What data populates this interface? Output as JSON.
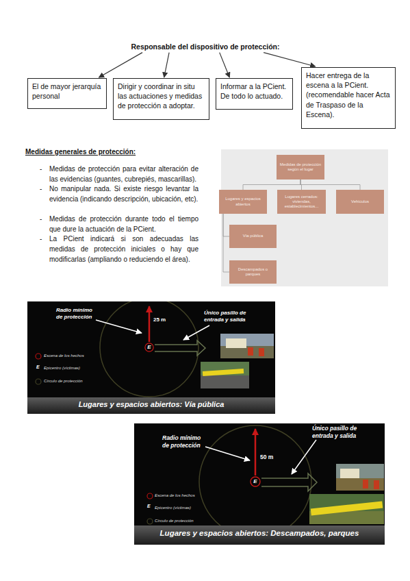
{
  "diagram": {
    "nodes": [
      {
        "text": [
          "Responsable del dispositivo de protección:"
        ]
      },
      {
        "text": [
          "El de mayor jerarquía personal"
        ]
      },
      {
        "text": [
          "Dirigir y coordinar in situ las actuaciones y medidas de protección a adoptar."
        ]
      },
      {
        "text": [
          "Informar a la PCient. De todo lo actuado."
        ]
      },
      {
        "text": [
          "Hacer entrega de la escena a la PCient. (recomendable hacer Acta de Traspaso de la Escena)."
        ]
      },
      {
        "text": [
          "Medidas de protección según el lugar"
        ]
      },
      {
        "text": [
          "Lugares y espacios abiertos"
        ]
      },
      {
        "text": [
          "Lugares cerrados: viviendas, establecimientos..."
        ]
      },
      {
        "text": [
          "Vehículos"
        ]
      },
      {
        "text": [
          "Vía pública"
        ]
      },
      {
        "text": [
          "Descampados o parques"
        ]
      },
      {
        "text": [
          "E"
        ]
      },
      {
        "text": [
          "E"
        ]
      }
    ],
    "edges": [
      {
        "from": 0,
        "to": 1,
        "arrow": "to"
      },
      {
        "from": 0,
        "to": 2,
        "arrow": "to"
      },
      {
        "from": 0,
        "to": 3,
        "arrow": "to"
      },
      {
        "from": 0,
        "to": 4,
        "arrow": "to"
      },
      {
        "from": 5,
        "to": 6,
        "arrow": "none"
      },
      {
        "from": 5,
        "to": 7,
        "arrow": "none"
      },
      {
        "from": 5,
        "to": 8,
        "arrow": "none"
      },
      {
        "from": 6,
        "to": 9,
        "arrow": "none"
      },
      {
        "from": 6,
        "to": 10,
        "arrow": "none"
      }
    ],
    "labels": [
      "Medidas generales de protección:",
      "-",
      "Medidas de protección para evitar alteración de las evidencias (guantes, cubrepiés, mascarillas).",
      "-",
      "No manipular nada. Si existe riesgo levantar la evidencia (indicando descripción, ubicación, etc).",
      "-",
      "Medidas de protección durante todo el tiempo que dure la actuación de la PCient.",
      "-",
      "La PCient indicará si son adecuadas las medidas de protección iniciales o hay que modificarlas (ampliando o reduciendo el área).",
      "Radio mínimo de protección",
      "25 m",
      "Único pasillo de entrada y salida",
      "Escena de los hechos",
      "E",
      "Epicentro (víctimas)",
      "Círculo de protección",
      "Lugares y espacios abiertos: Vía pública",
      "Radio mínimo de protección",
      "50 m",
      "Único pasillo de entrada y salida",
      "Escena de los hechos",
      "E",
      "Epicentro (víctimas)",
      "Círculo de protección",
      "Lugares y espacios abiertos: Descampados, parques"
    ]
  }
}
